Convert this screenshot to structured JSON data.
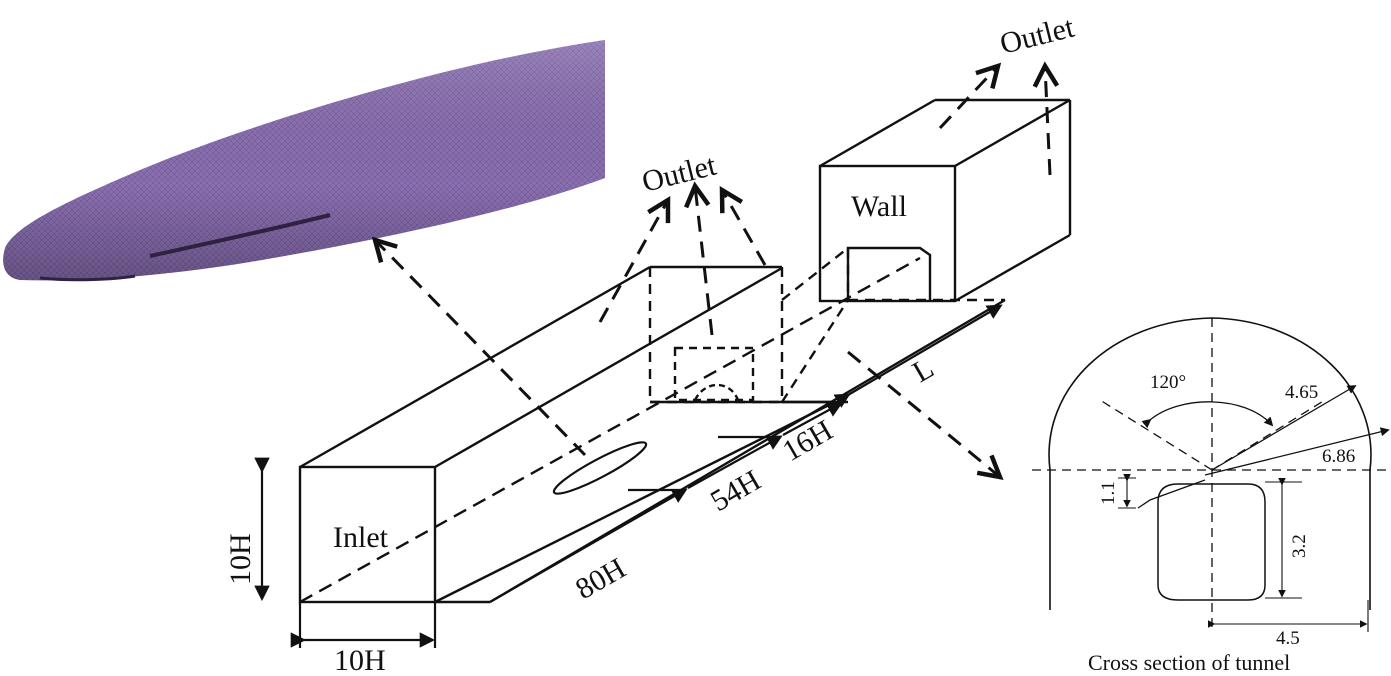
{
  "labels": {
    "outlet_top": "Outlet",
    "outlet_mid": "Outlet",
    "wall": "Wall",
    "inlet": "Inlet",
    "height_10h": "10H",
    "width_10h": "10H",
    "dist_80h": "80H",
    "dist_54h": "54H",
    "dist_16h": "16H",
    "length_l": "L"
  },
  "cross_section": {
    "angle": "120°",
    "r1": "4.65",
    "r2": "6.86",
    "d1": "1.1",
    "d2": "3.2",
    "d3": "4.5",
    "caption": "Cross section of tunnel"
  },
  "colors": {
    "line": "#111111",
    "train_mesh": "#8a6fb0",
    "train_dark": "#5a4478"
  }
}
